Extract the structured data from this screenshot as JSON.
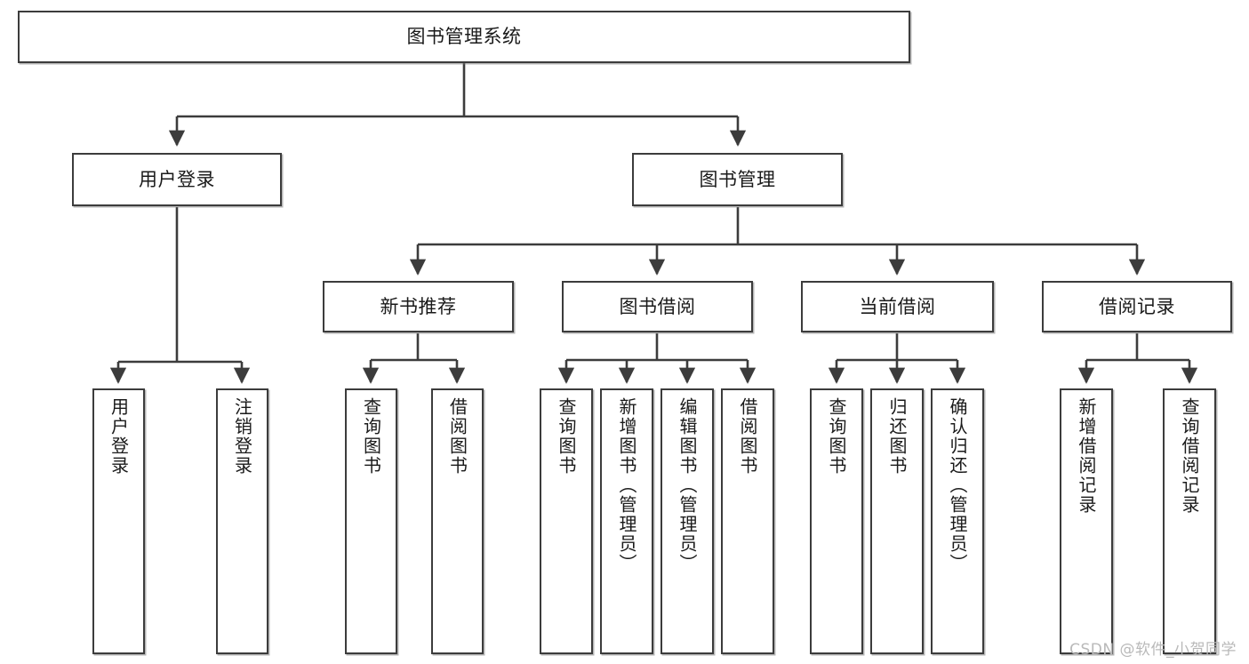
{
  "diagram": {
    "title": "图书管理系统",
    "watermark": "CSDN @软件_小贺同学",
    "line_color": "#3c3c3c",
    "box_fill": "#ffffff",
    "text_color": "#1a1a1a",
    "nodes": {
      "root": "图书管理系统",
      "l2_user_login": "用户登录",
      "l2_book_manage": "图书管理",
      "l3_new_book_rec": "新书推荐",
      "l3_book_borrow": "图书借阅",
      "l3_current_borrow": "当前借阅",
      "l3_borrow_record": "借阅记录",
      "leaf_user_login": "用户登录",
      "leaf_user_logout": "注销登录",
      "leaf_rec_query_book": "查询图书",
      "leaf_rec_borrow_book": "借阅图书",
      "leaf_borrow_query_book": "查询图书",
      "leaf_borrow_add_book": "新增图书（管理员）",
      "leaf_borrow_edit_book": "编辑图书（管理员）",
      "leaf_borrow_borrow_book": "借阅图书",
      "leaf_current_query_book": "查询图书",
      "leaf_current_return_book": "归还图书",
      "leaf_current_confirm_return": "确认归还（管理员）",
      "leaf_record_add_record": "新增借阅记录",
      "leaf_record_query_record": "查询借阅记录"
    },
    "tree": [
      {
        "label": "图书管理系统",
        "children": [
          {
            "label": "用户登录",
            "children": [
              {
                "label": "用户登录",
                "children": []
              },
              {
                "label": "注销登录",
                "children": []
              }
            ]
          },
          {
            "label": "图书管理",
            "children": [
              {
                "label": "新书推荐",
                "children": [
                  {
                    "label": "查询图书",
                    "children": []
                  },
                  {
                    "label": "借阅图书",
                    "children": []
                  }
                ]
              },
              {
                "label": "图书借阅",
                "children": [
                  {
                    "label": "查询图书",
                    "children": []
                  },
                  {
                    "label": "新增图书（管理员）",
                    "children": []
                  },
                  {
                    "label": "编辑图书（管理员）",
                    "children": []
                  },
                  {
                    "label": "借阅图书",
                    "children": []
                  }
                ]
              },
              {
                "label": "当前借阅",
                "children": [
                  {
                    "label": "查询图书",
                    "children": []
                  },
                  {
                    "label": "归还图书",
                    "children": []
                  },
                  {
                    "label": "确认归还（管理员）",
                    "children": []
                  }
                ]
              },
              {
                "label": "借阅记录",
                "children": [
                  {
                    "label": "新增借阅记录",
                    "children": []
                  },
                  {
                    "label": "查询借阅记录",
                    "children": []
                  }
                ]
              }
            ]
          }
        ]
      }
    ]
  }
}
